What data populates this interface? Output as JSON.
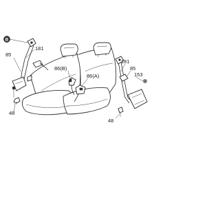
{
  "diagram": {
    "callouts": {
      "b_marker": "B",
      "retractor_left_181": "181",
      "retractor_left_85": "85",
      "retractor_left_48": "48",
      "buckle_86b": "86(B)",
      "buckle_86a": "86(A)",
      "retractor_right_181": "181",
      "retractor_right_85": "85",
      "retractor_right_153": "153",
      "retractor_right_48": "48"
    }
  }
}
